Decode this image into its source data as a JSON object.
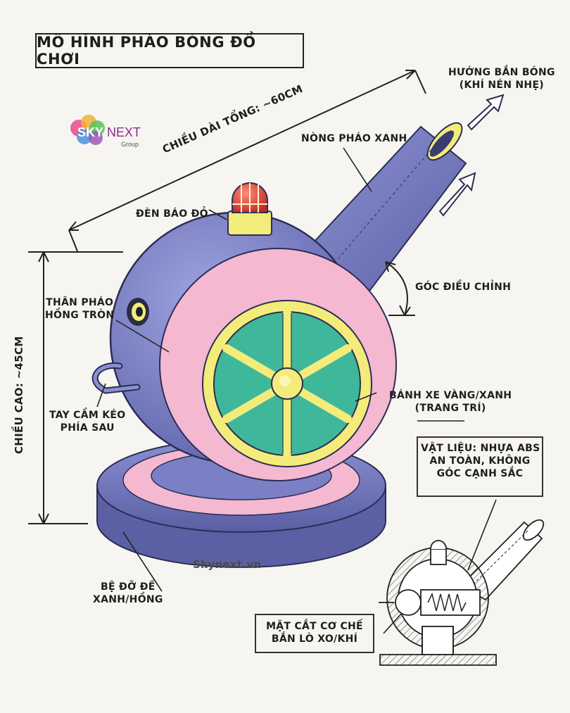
{
  "title": "MÔ HÌNH PHÁO BÓNG ĐỒ CHƠI",
  "logo": {
    "brand_left": "SKY",
    "brand_right": "NEXT",
    "brand_sub": "Group"
  },
  "website": "Skynext.vn",
  "labels": {
    "shoot_direction": [
      "HƯỚNG BẮN BÓNG",
      "(KHÍ NÉN NHẸ)"
    ],
    "total_length": "CHIỀU DÀI TỔNG: ~60CM",
    "barrel": "NÒNG PHÁO XANH",
    "red_light": "ĐÈN BÁO ĐỎ",
    "adjust_angle": "GÓC ĐIỀU CHỈNH",
    "body": [
      "THÂN PHÁO",
      "HỒNG TRÒN"
    ],
    "height": "CHIỀU CAO: ~45CM",
    "handle": [
      "TAY CẦM KÉO",
      "PHÍA SAU"
    ],
    "wheel": [
      "BÁNH XE VÀNG/XANH",
      "(TRANG TRÍ)"
    ],
    "material": [
      "VẬT LIỆU: NHỰA ABS",
      "AN TOÀN, KHÔNG",
      "GÓC CẠNH SẮC"
    ],
    "base": [
      "BỆ ĐỠ ĐẾ",
      "XANH/HỒNG"
    ],
    "cross_section": [
      "MẶT CẮT CƠ CHẾ",
      "BẮN LÒ XO/KHÍ"
    ]
  },
  "colors": {
    "barrel_blue": "#7b80c6",
    "body_pink": "#f4b8d0",
    "wheel_yellow": "#f3ec7a",
    "wheel_teal": "#3fb79a",
    "light_red": "#e0443a",
    "ink": "#222222"
  }
}
